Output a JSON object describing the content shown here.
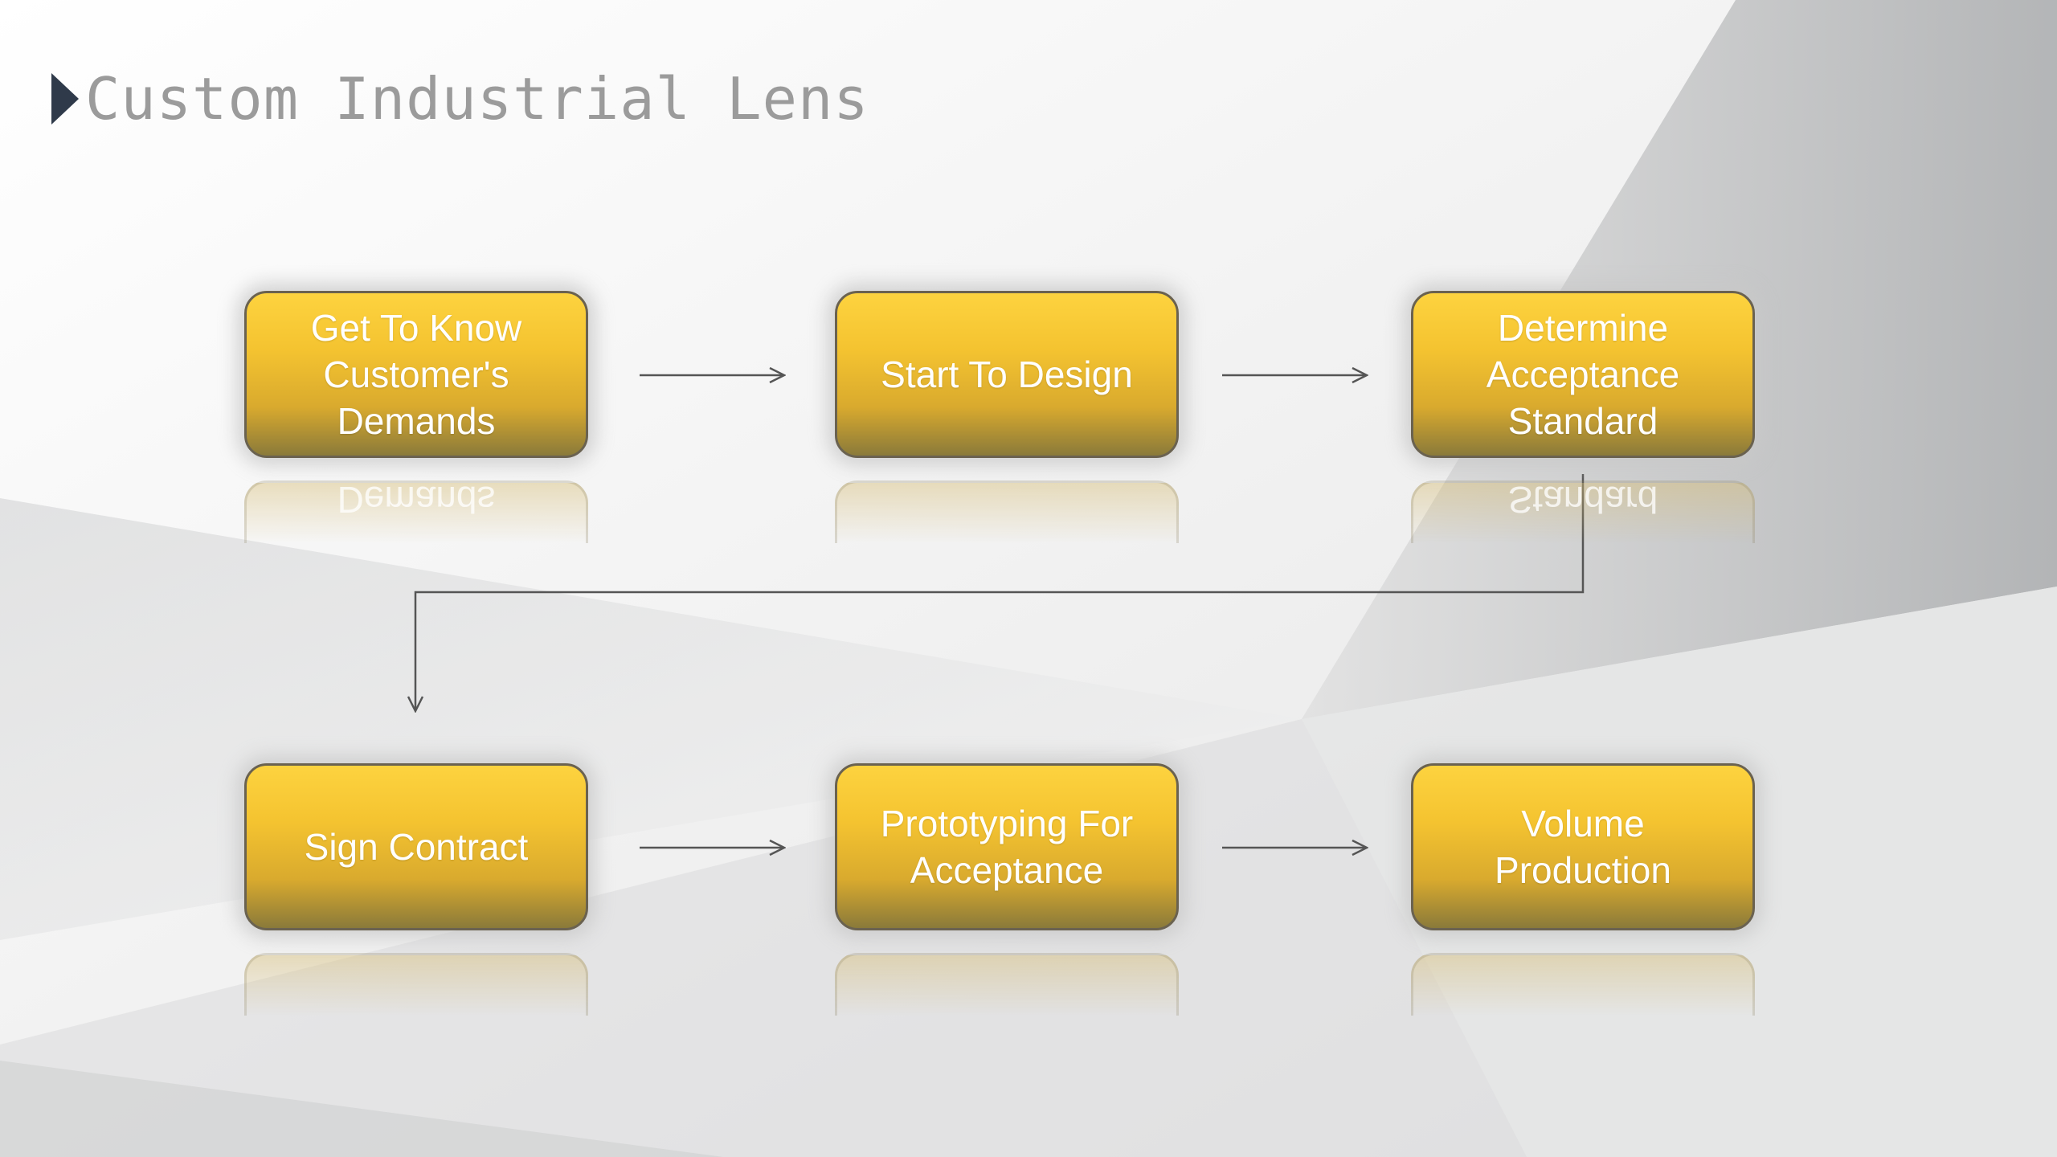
{
  "title": "Custom Industrial Lens",
  "steps": [
    {
      "label": "Get To Know Customer's Demands",
      "reflection": "Demands"
    },
    {
      "label": "Start To Design",
      "reflection": ""
    },
    {
      "label": "Determine Acceptance Standard",
      "reflection": "Standard"
    },
    {
      "label": "Sign Contract",
      "reflection": ""
    },
    {
      "label": "Prototyping For Acceptance",
      "reflection": ""
    },
    {
      "label": "Volume Production",
      "reflection": ""
    }
  ],
  "colors": {
    "box_top": "#fdd33f",
    "box_bottom": "#8a7a3a",
    "connector": "#555555",
    "title_text": "#9b9b9b",
    "title_marker": "#2f3a4a"
  },
  "icons": {
    "title_marker": "triangle-right-icon"
  }
}
